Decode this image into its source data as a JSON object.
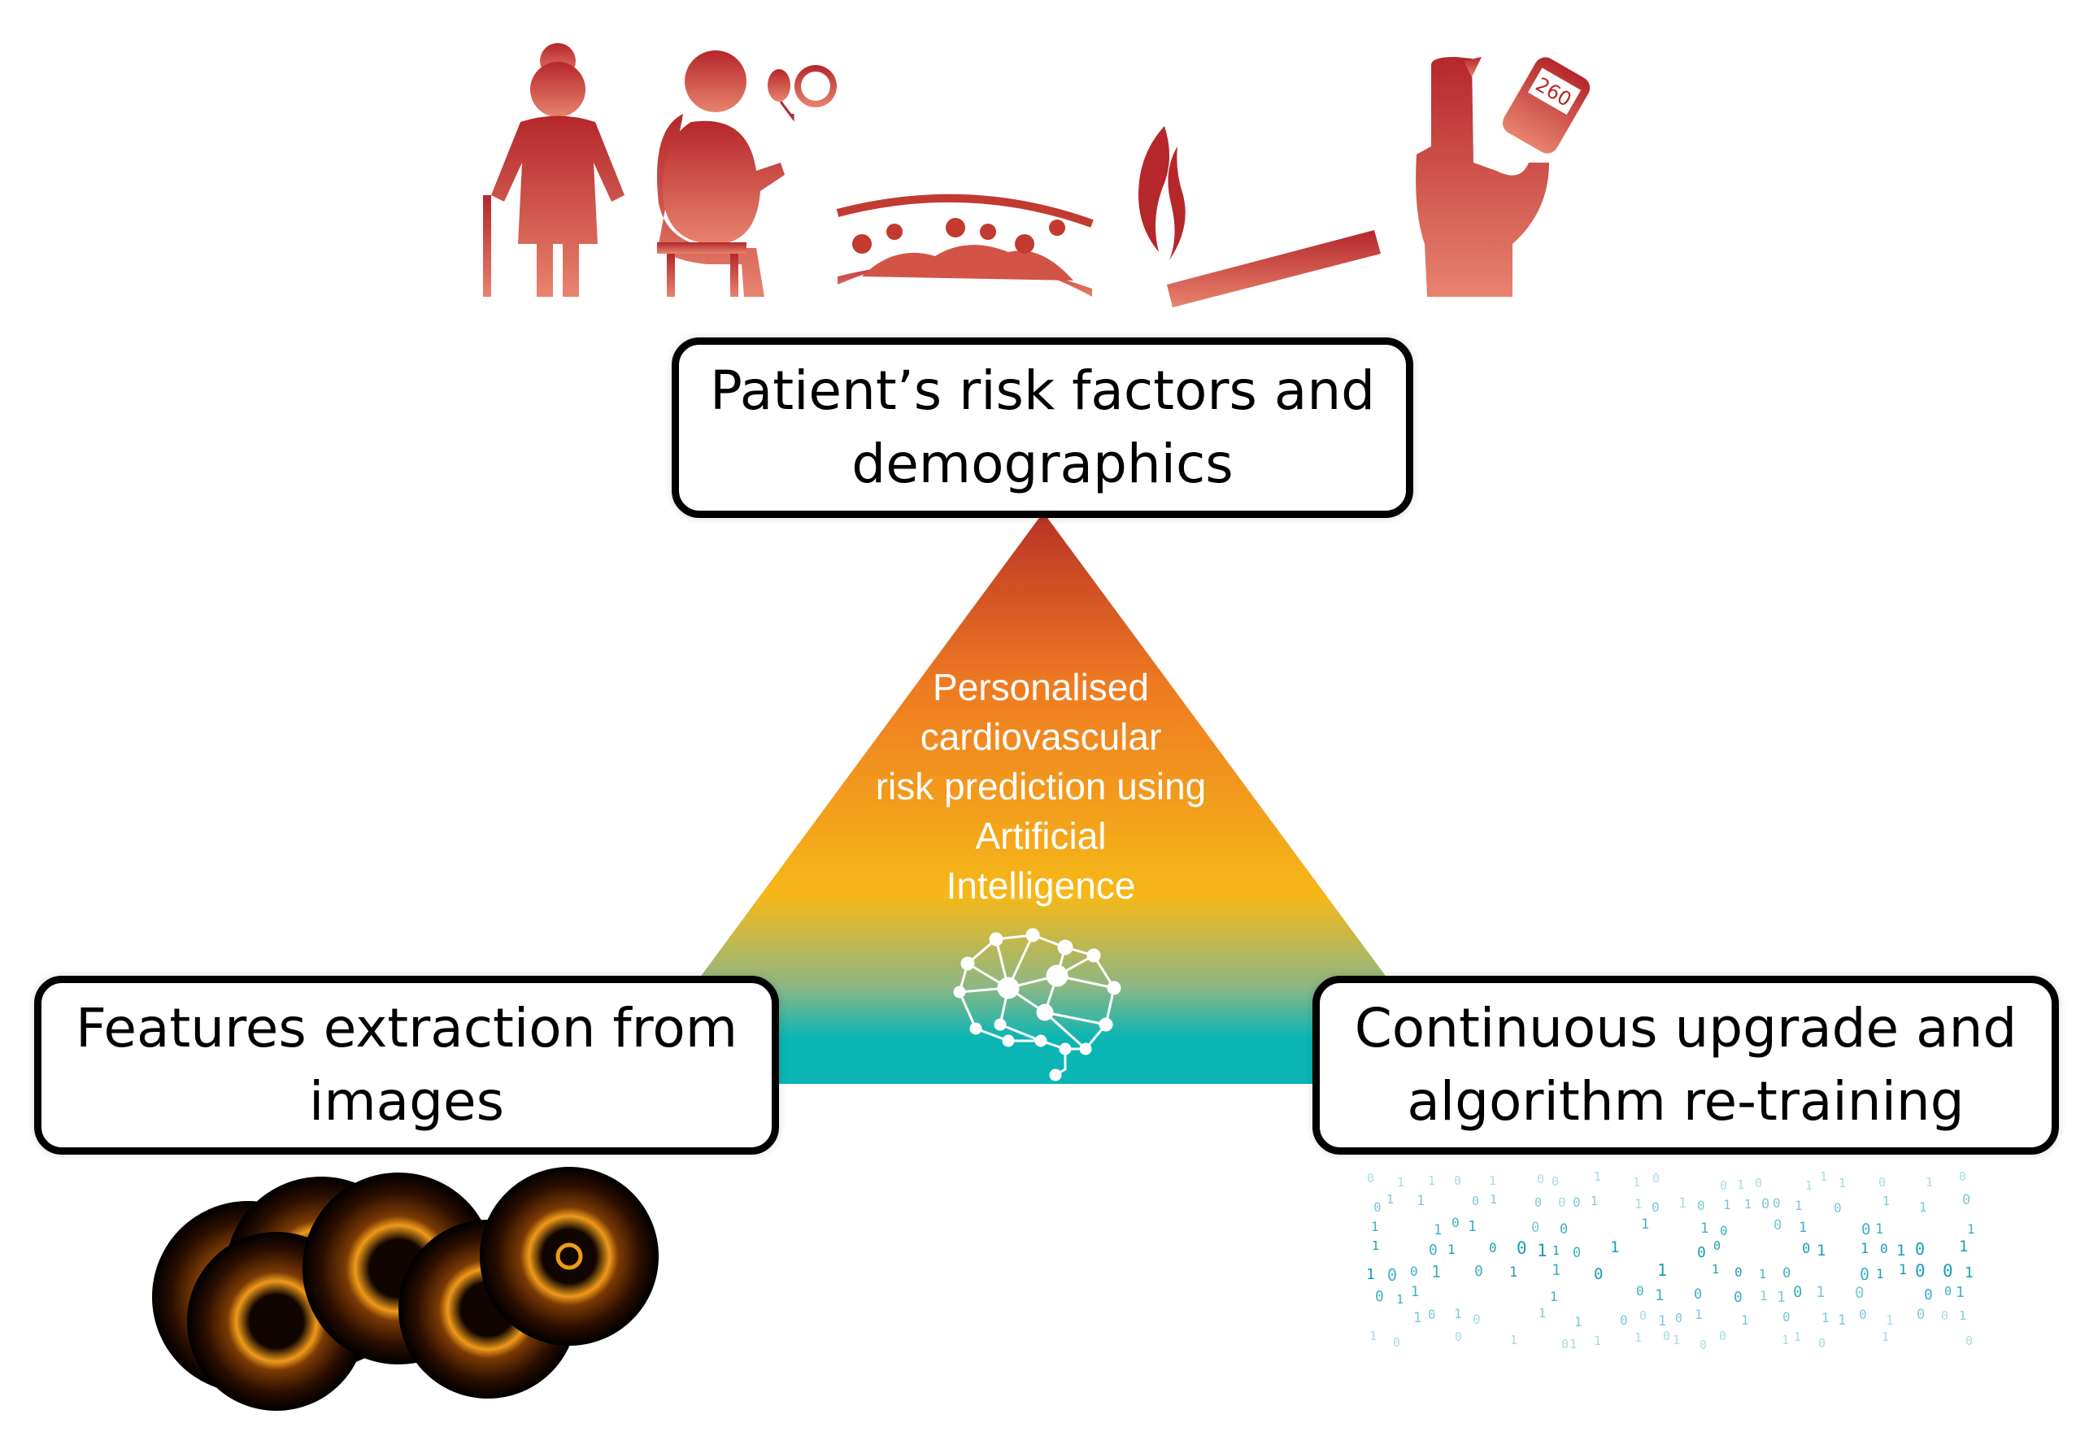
{
  "top_box": {
    "line1": "Patient’s risk factors and",
    "line2": "demographics"
  },
  "left_box": {
    "line1": "Features extraction from",
    "line2": "images"
  },
  "right_box": {
    "line1": "Continuous upgrade and",
    "line2": "algorithm re-training"
  },
  "center": {
    "lines": [
      "Personalised",
      "cardiovascular",
      "risk prediction using",
      "Artificial",
      "Intelligence"
    ]
  },
  "glucose_reading": "260",
  "binary_digits": "0110100110010111010011010001101011001011",
  "colors": {
    "icon_red": "#b5272b",
    "gradient_top": "#b83226",
    "gradient_mid_orange": "#ee7a22",
    "gradient_yellow": "#f6b818",
    "gradient_bottom": "#0bb5b4",
    "binary": "#1a9fb5",
    "oct_orange": "#f09a1a"
  },
  "icons": [
    "elderly-woman-icon",
    "obese-person-blood-pressure-icon",
    "artery-plaque-icon",
    "cigarette-icon",
    "glucose-meter-finger-icon",
    "brain-network-icon",
    "oct-images",
    "binary-code"
  ]
}
